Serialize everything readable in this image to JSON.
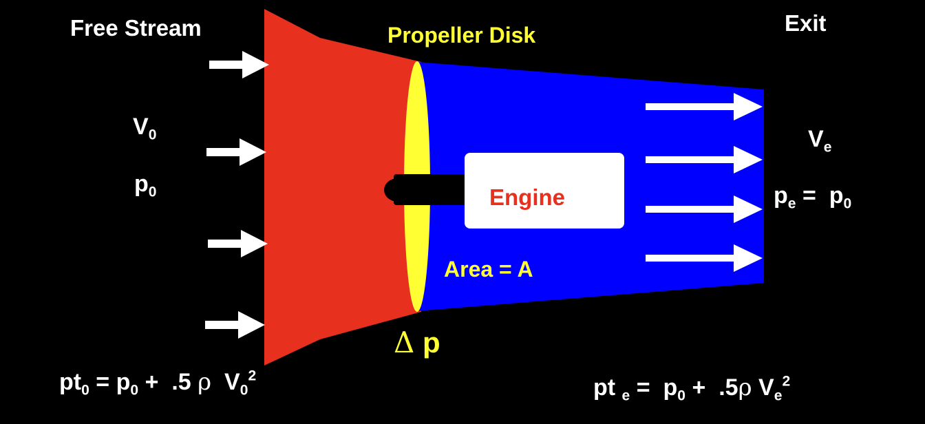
{
  "title_free_stream": "Free Stream",
  "title_propeller_disk": "Propeller Disk",
  "title_exit": "Exit",
  "engine_label": "Engine",
  "area_label": "Area = A",
  "delta_symbol": "Δ",
  "delta_var": "p",
  "freestream": {
    "v_base": "V",
    "v_sub": "0",
    "p_base": "p",
    "p_sub": "0"
  },
  "exit_vars": {
    "v_base": "V",
    "v_sub": "e",
    "pe_base": "p",
    "pe_sub": "e",
    "eq": "=",
    "p0_base": "p",
    "p0_sub": "0"
  },
  "eq_left": {
    "lhs_base": "pt",
    "lhs_sub": "0",
    "eq": "=",
    "p_base": "p",
    "p_sub": "0",
    "plus": "+",
    "coef": ".5",
    "rho": "ρ",
    "v_base": "V",
    "v_sub": "0",
    "v_sup": "2"
  },
  "eq_right": {
    "lhs_base": "pt",
    "lhs_sub": "e",
    "eq": "=",
    "p_base": "p",
    "p_sub": "0",
    "plus": "+",
    "coef": ".5",
    "rho": "ρ",
    "v_base": "V",
    "v_sub": "e",
    "v_sup": "2"
  },
  "colors": {
    "background": "#000000",
    "inlet_stream": "#e8301f",
    "exit_stream": "#0000ff",
    "propeller_disk": "#ffff33",
    "engine_body": "#ffffff",
    "engine_text": "#e8301f",
    "arrows": "#ffffff"
  }
}
